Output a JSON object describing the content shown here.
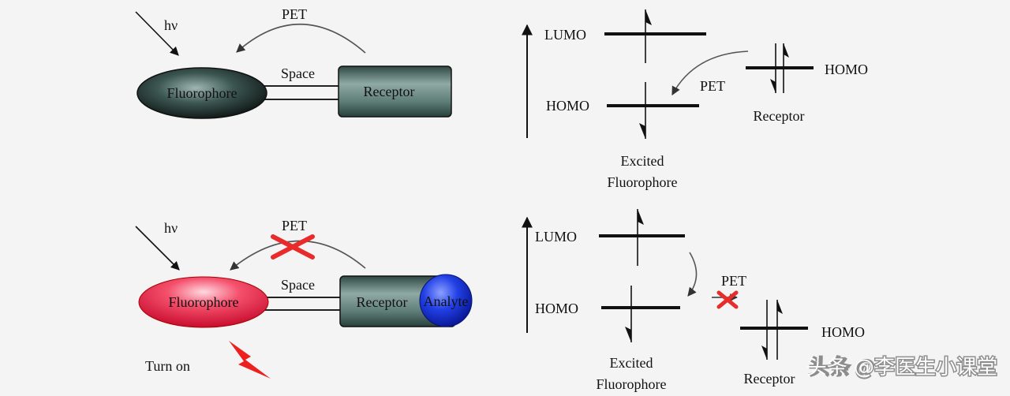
{
  "colors": {
    "background": "#f4f4f4",
    "fluorophore_off": "#1d2b29",
    "fluorophore_on": "#ee1c43",
    "receptor_box": "#4f6e68",
    "analyte": "#1730d8",
    "cross_mark": "#e82b2b",
    "lightning": "#ee1f1f"
  },
  "top_scheme": {
    "light_label": "hν",
    "pet_label": "PET",
    "space_label": "Space",
    "fluorophore_label": "Fluorophore",
    "receptor_label": "Receptor"
  },
  "bottom_scheme": {
    "light_label": "hν",
    "pet_label": "PET",
    "space_label": "Space",
    "fluorophore_label": "Fluorophore",
    "receptor_label": "Receptor",
    "analyte_label": "Analyte",
    "turn_on_label": "Turn on"
  },
  "top_energy": {
    "lumo_label": "LUMO",
    "homo_label": "HOMO",
    "pet_label": "PET",
    "receptor_homo_label": "HOMO",
    "receptor_label": "Receptor",
    "excited_label_line1": "Excited",
    "excited_label_line2": "Fluorophore"
  },
  "bottom_energy": {
    "lumo_label": "LUMO",
    "homo_label": "HOMO",
    "pet_label": "PET",
    "receptor_homo_label": "HOMO",
    "receptor_label": "Receptor",
    "excited_label_line1": "Excited",
    "excited_label_line2": "Fluorophore"
  },
  "watermark": {
    "text": "头条 @李医生小课堂"
  }
}
